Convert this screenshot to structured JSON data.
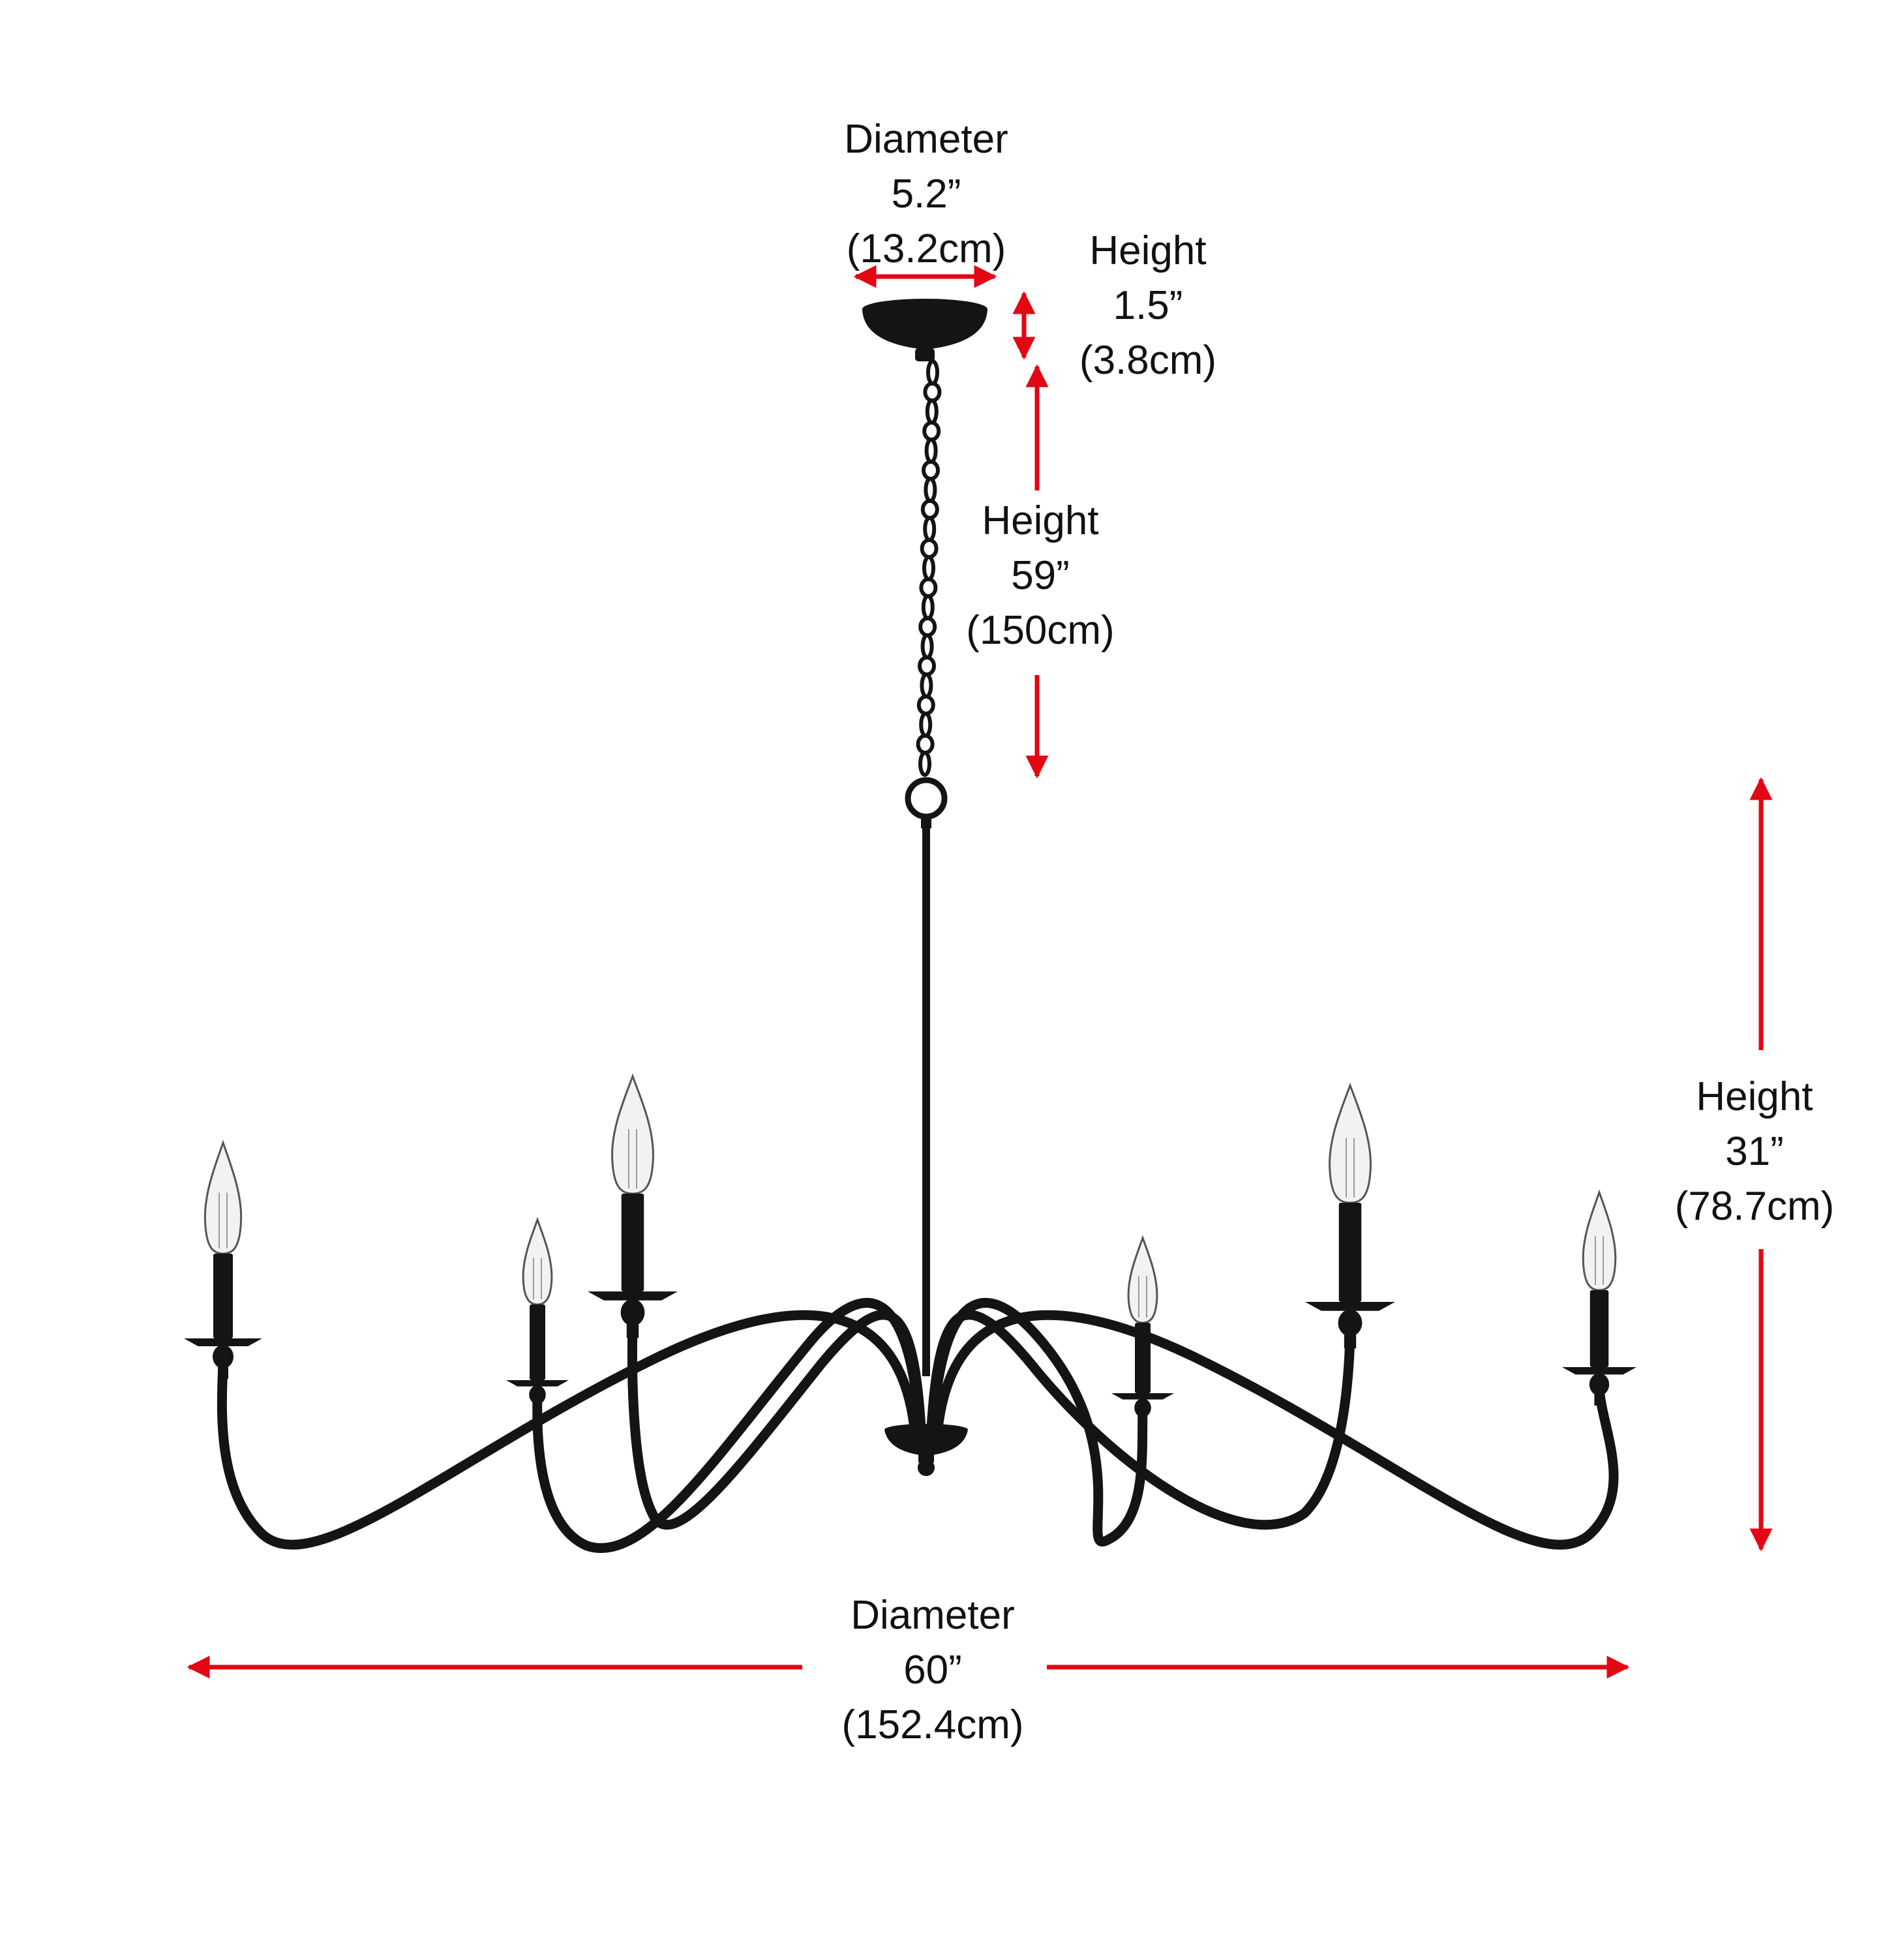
{
  "colors": {
    "dimension_arrow": "#e30613",
    "fixture": "#141414",
    "bulb_glass": "#f2f2f2",
    "text": "#111111"
  },
  "dimensions": {
    "canopy_diameter": {
      "title": "Diameter",
      "imperial": "5.2”",
      "metric": "(13.2cm)"
    },
    "canopy_height": {
      "title": "Height",
      "imperial": "1.5”",
      "metric": "(3.8cm)"
    },
    "chain_height": {
      "title": "Height",
      "imperial": "59”",
      "metric": "(150cm)"
    },
    "body_height": {
      "title": "Height",
      "imperial": "31”",
      "metric": "(78.7cm)"
    },
    "body_diameter": {
      "title": "Diameter",
      "imperial": "60”",
      "metric": "(152.4cm)"
    }
  }
}
